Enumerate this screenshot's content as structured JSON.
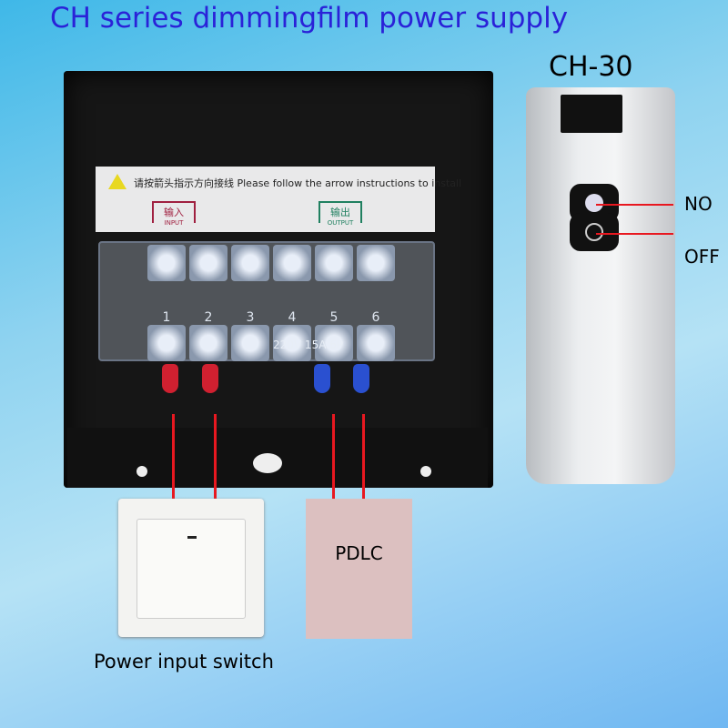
{
  "title": "CH series dimmingfilm power supply",
  "model": "CH-30",
  "device": {
    "warning_text": "请按箭头指示方向接线 Please follow the arrow instructions to install",
    "input_cn": "输入",
    "input_en": "INPUT",
    "output_cn": "输出",
    "output_en": "OUTPUT",
    "terminal_numbers": [
      "1",
      "2",
      "3",
      "4",
      "5",
      "6"
    ],
    "rating": "220V 15A 6P"
  },
  "remote": {
    "on_label": "NO",
    "off_label": "OFF"
  },
  "pdlc_label": "PDLC",
  "switch_caption": "Power input switch",
  "colors": {
    "title": "#2a22d8",
    "wire": "#e81820",
    "pdlc": "#dcc0c0"
  }
}
